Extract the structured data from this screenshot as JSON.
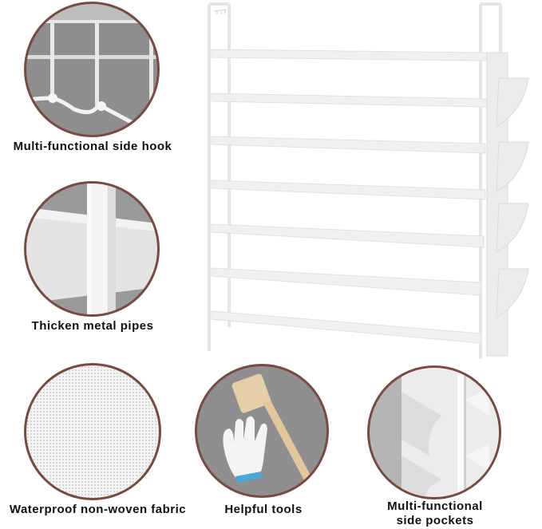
{
  "features": [
    {
      "id": "side-hook",
      "caption": "Multi-functional side hook",
      "icon": "side-hook-closeup"
    },
    {
      "id": "metal-pipes",
      "caption": "Thicken metal pipes",
      "icon": "metal-pipe-closeup"
    },
    {
      "id": "fabric",
      "caption": "Waterproof non-woven fabric",
      "icon": "fabric-texture-closeup"
    },
    {
      "id": "tools",
      "caption": "Helpful tools",
      "icon": "hammer-and-glove"
    },
    {
      "id": "side-pockets",
      "caption_line1": "Multi-functional",
      "caption_line2": "side pockets",
      "icon": "side-pockets-closeup"
    }
  ],
  "product": {
    "name": "7-tier shoe rack",
    "shelf_count": 7,
    "side_pocket_count": 4,
    "color": "#f2f2f2"
  },
  "colors": {
    "circle_border": "#7a4a40",
    "circle_bg_gray": "#8c8c8c",
    "text": "#111111"
  }
}
